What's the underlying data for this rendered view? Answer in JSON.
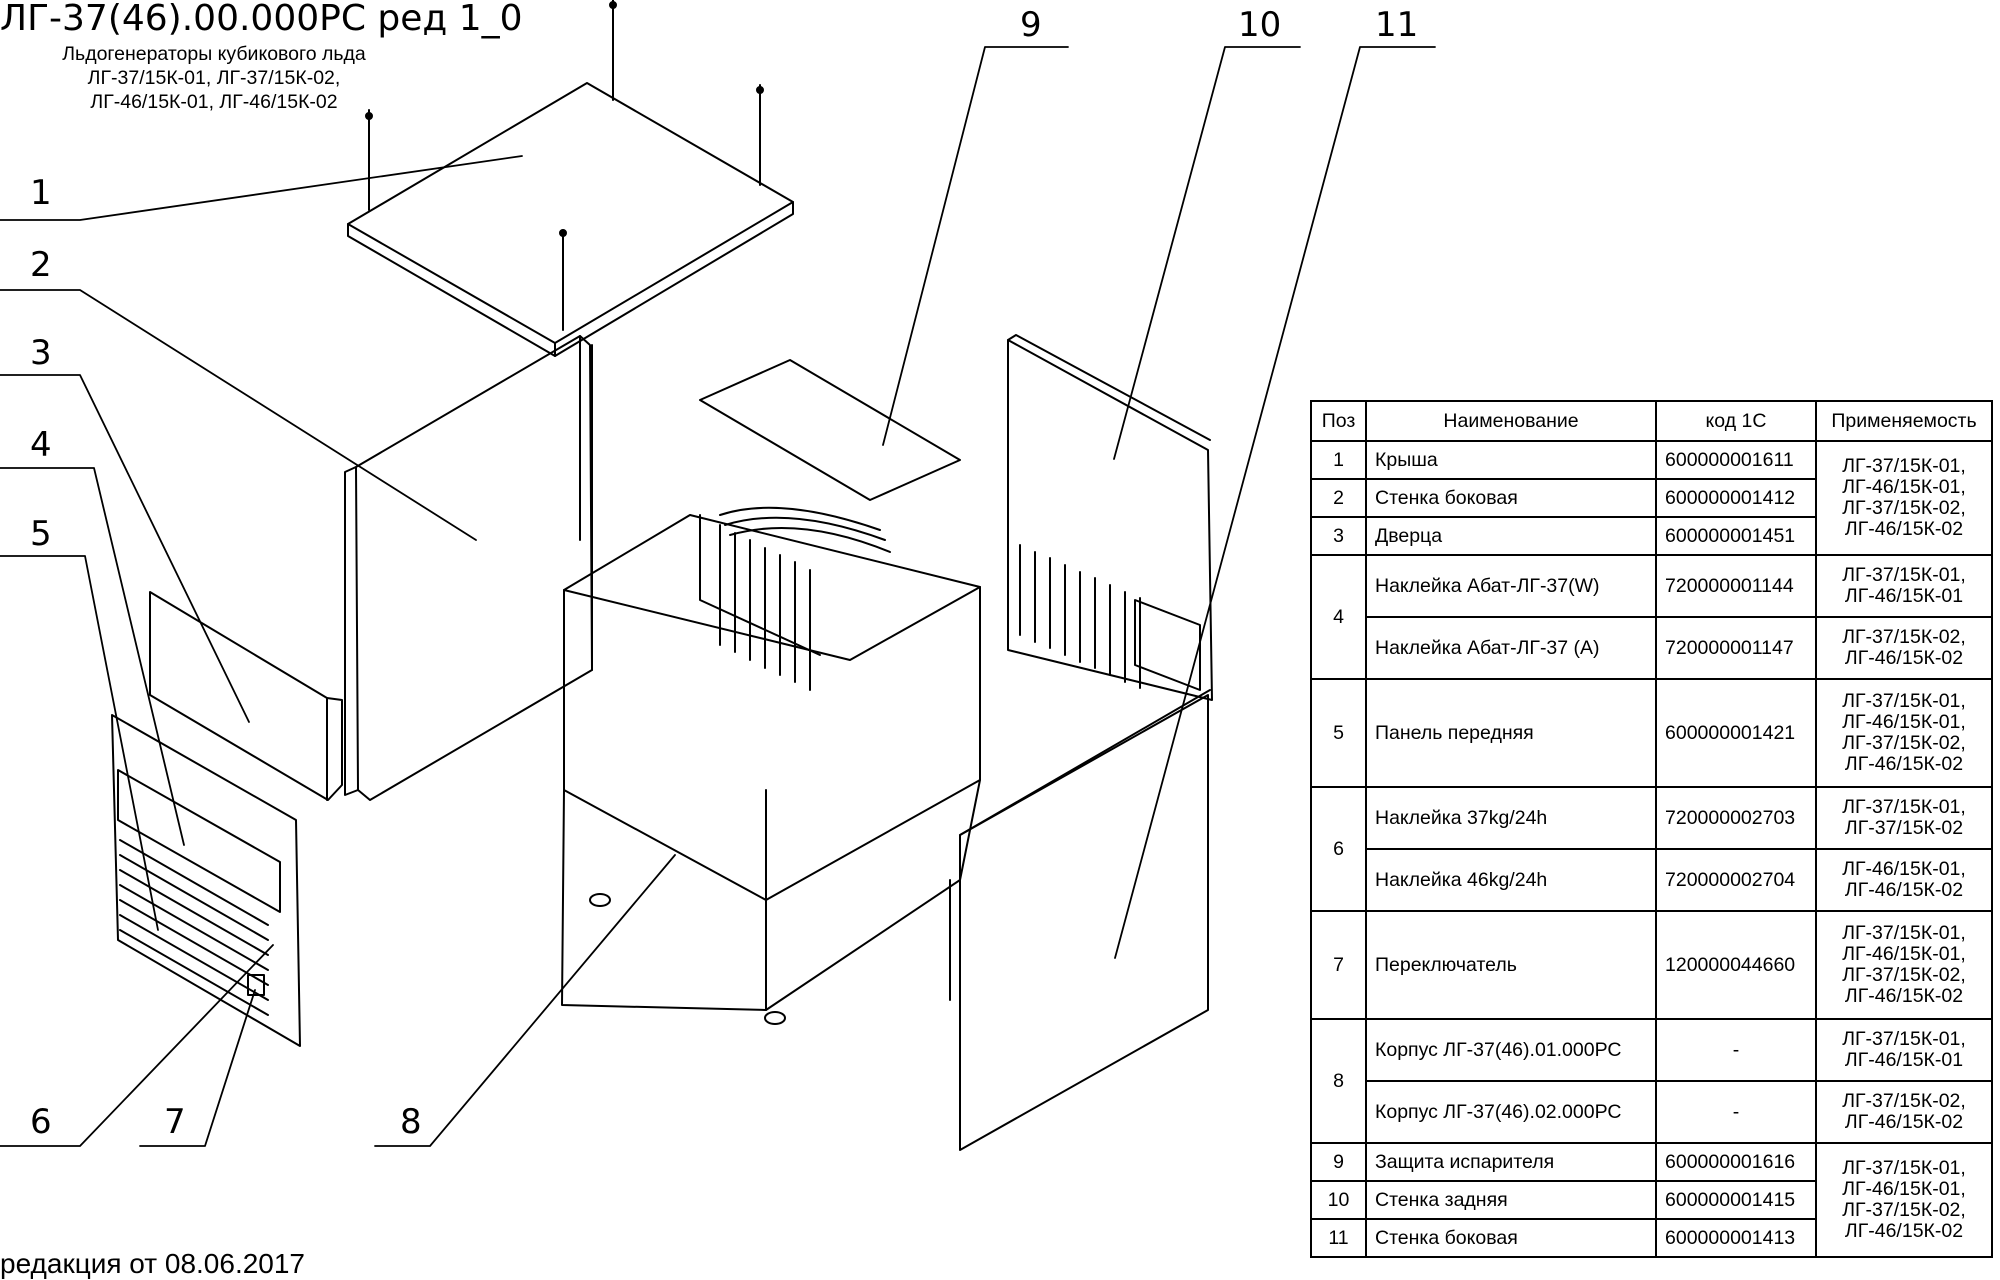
{
  "header": {
    "title": "ЛГ-37(46).00.000РС ред 1_0",
    "subtitle_lines": [
      "Льдогенераторы кубикового льда",
      "ЛГ-37/15К-01, ЛГ-37/15К-02,",
      "ЛГ-46/15К-01, ЛГ-46/15К-02"
    ]
  },
  "callouts": [
    "1",
    "2",
    "3",
    "4",
    "5",
    "6",
    "7",
    "8",
    "9",
    "10",
    "11"
  ],
  "footer": "редакция от 08.06.2017",
  "table": {
    "headers": [
      "Поз",
      "Наименование",
      "код 1С",
      "Применяемость"
    ],
    "rows": {
      "r1": {
        "pos": "1",
        "name": "Крыша",
        "code": "600000001611"
      },
      "r2": {
        "pos": "2",
        "name": "Стенка боковая",
        "code": "600000001412"
      },
      "r3": {
        "pos": "3",
        "name": "Дверца",
        "code": "600000001451"
      },
      "r4a": {
        "pos": "4",
        "name": "Наклейка Абат-ЛГ-37(W)",
        "code": "720000001144"
      },
      "r4b": {
        "name": "Наклейка Абат-ЛГ-37 (А)",
        "code": "720000001147"
      },
      "r5": {
        "pos": "5",
        "name": "Панель передняя",
        "code": "600000001421"
      },
      "r6a": {
        "pos": "6",
        "name": "Наклейка 37kg/24h",
        "code": "720000002703"
      },
      "r6b": {
        "name": "Наклейка 46kg/24h",
        "code": "720000002704"
      },
      "r7": {
        "pos": "7",
        "name": "Переключатель",
        "code": "120000044660"
      },
      "r8a": {
        "pos": "8",
        "name": "Корпус ЛГ-37(46).01.000РС",
        "code": "-"
      },
      "r8b": {
        "name": "Корпус ЛГ-37(46).02.000РС",
        "code": "-"
      },
      "r9": {
        "pos": "9",
        "name": "Защита испарителя",
        "code": "600000001616"
      },
      "r10": {
        "pos": "10",
        "name": "Стенка задняя",
        "code": "600000001415"
      },
      "r11": {
        "pos": "11",
        "name": "Стенка боковая",
        "code": "600000001413"
      }
    },
    "applicability": {
      "all": [
        "ЛГ-37/15К-01,",
        "ЛГ-46/15К-01,",
        "ЛГ-37/15К-02,",
        "ЛГ-46/15К-02"
      ],
      "v01": [
        "ЛГ-37/15К-01,",
        "ЛГ-46/15К-01"
      ],
      "v02": [
        "ЛГ-37/15К-02,",
        "ЛГ-46/15К-02"
      ],
      "kg37": [
        "ЛГ-37/15К-01,",
        "ЛГ-37/15К-02"
      ],
      "kg46": [
        "ЛГ-46/15К-01,",
        "ЛГ-46/15К-02"
      ]
    }
  }
}
